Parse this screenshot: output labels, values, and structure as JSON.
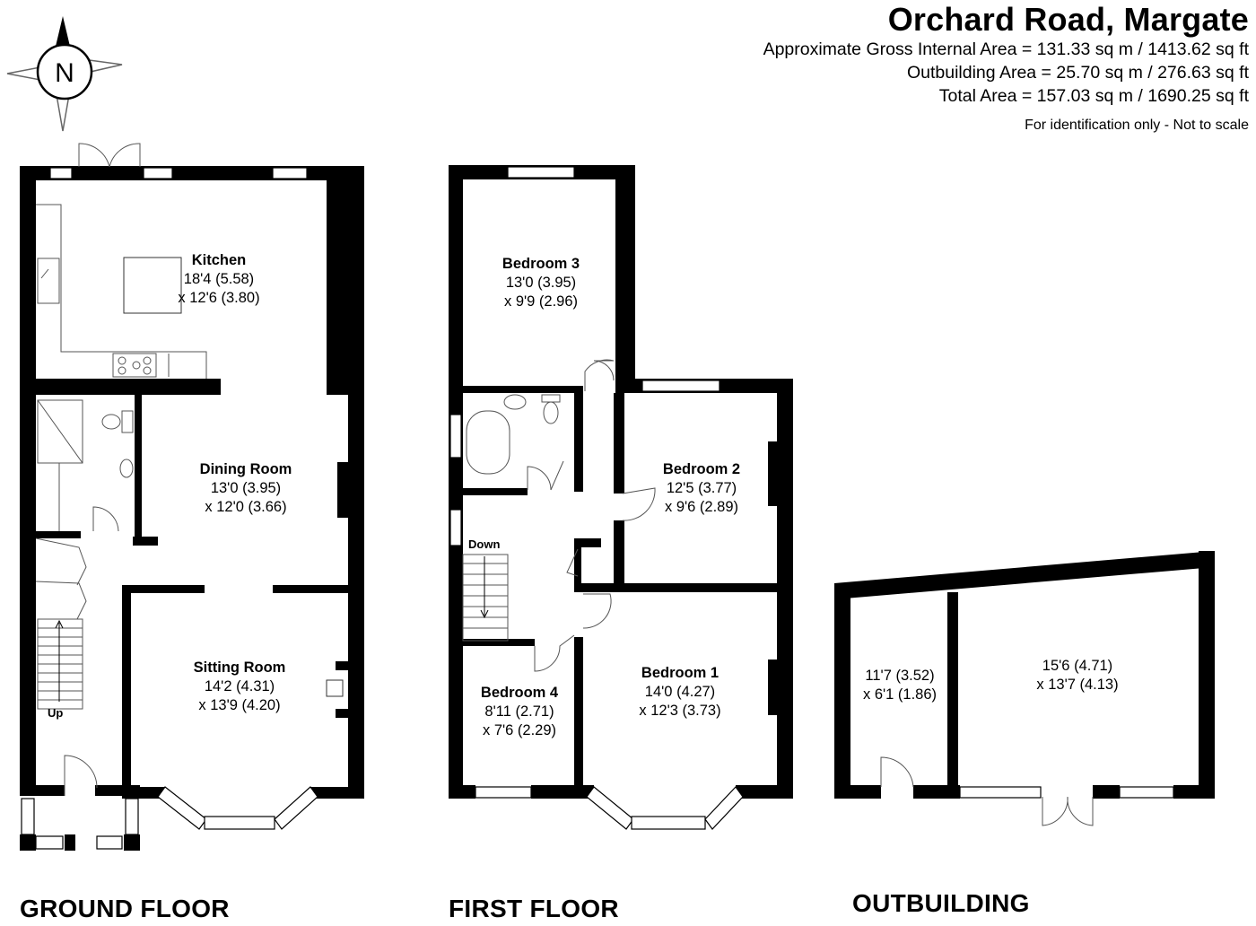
{
  "header": {
    "title": "Orchard Road, Margate",
    "gross_internal": "Approximate Gross Internal Area = 131.33 sq m / 1413.62 sq ft",
    "outbuilding_area": "Outbuilding Area = 25.70 sq m / 276.63 sq ft",
    "total_area": "Total Area = 157.03 sq m / 1690.25 sq ft",
    "note": "For identification only - Not to scale"
  },
  "compass": {
    "label": "N",
    "icon": "compass-rose-icon"
  },
  "floors": {
    "ground": "GROUND FLOOR",
    "first": "FIRST FLOOR",
    "outbuilding": "OUTBUILDING"
  },
  "rooms": {
    "kitchen": {
      "name": "Kitchen",
      "dim1": "18'4 (5.58)",
      "dim2": "x 12'6 (3.80)"
    },
    "dining": {
      "name": "Dining Room",
      "dim1": "13'0 (3.95)",
      "dim2": "x 12'0 (3.66)"
    },
    "sitting": {
      "name": "Sitting Room",
      "dim1": "14'2 (4.31)",
      "dim2": "x 13'9 (4.20)"
    },
    "bed3": {
      "name": "Bedroom 3",
      "dim1": "13'0 (3.95)",
      "dim2": "x 9'9 (2.96)"
    },
    "bed2": {
      "name": "Bedroom 2",
      "dim1": "12'5 (3.77)",
      "dim2": "x 9'6 (2.89)"
    },
    "bed1": {
      "name": "Bedroom 1",
      "dim1": "14'0 (4.27)",
      "dim2": "x 12'3 (3.73)"
    },
    "bed4": {
      "name": "Bedroom 4",
      "dim1": "8'11 (2.71)",
      "dim2": "x 7'6 (2.29)"
    },
    "out_small": {
      "dim1": "11'7 (3.52)",
      "dim2": "x 6'1 (1.86)"
    },
    "out_large": {
      "dim1": "15'6 (4.71)",
      "dim2": "x 13'7 (4.13)"
    }
  },
  "stairs": {
    "up": "Up",
    "down": "Down"
  },
  "colors": {
    "wall": "#000000",
    "background": "#ffffff",
    "fixture": "#777777"
  }
}
